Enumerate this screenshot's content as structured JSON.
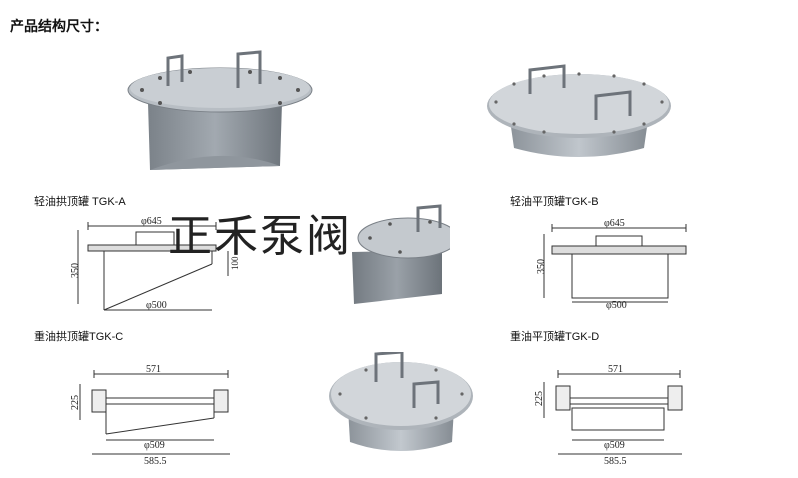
{
  "page_title": "产品结构尺寸：",
  "watermark": "正禾泵阀",
  "products": [
    {
      "caption": "轻油拱顶罐 TGK-A",
      "dim_top": "φ645",
      "dim_left": "350",
      "dim_right": "100",
      "dim_bottom": "φ500"
    },
    {
      "caption": "轻油平顶罐TGK-B",
      "dim_top": "φ645",
      "dim_left": "350",
      "dim_bottom": "φ500"
    },
    {
      "caption": "重油拱顶罐TGK-C",
      "dim_top": "571",
      "dim_left": "225",
      "dim_bottom_inner": "φ509",
      "dim_bottom_outer": "585.5"
    },
    {
      "caption": "重油平顶罐TGK-D",
      "dim_top": "571",
      "dim_left": "225",
      "dim_bottom_inner": "φ509",
      "dim_bottom_outer": "585.5"
    }
  ],
  "colors": {
    "metal_top": "#c9ced3",
    "metal_side": "#8f969d",
    "line": "#333333"
  }
}
